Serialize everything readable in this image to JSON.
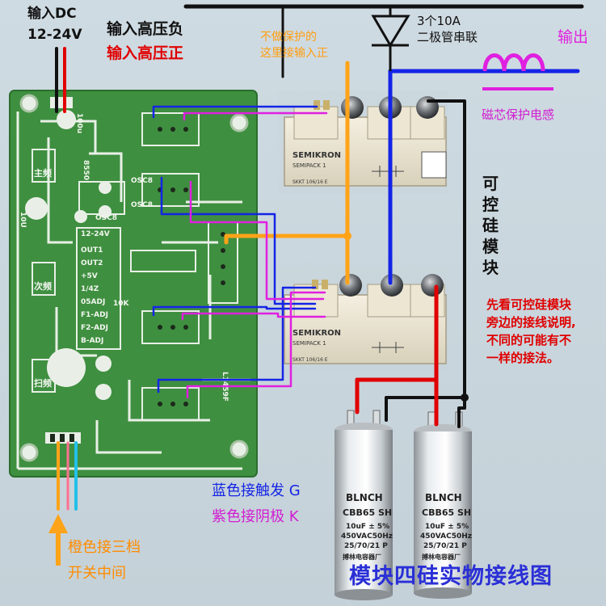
{
  "labels": {
    "input_dc_line1": "输入DC",
    "input_dc_line2": "12-24V",
    "input_hv_neg": "输入高压负",
    "input_hv_pos": "输入高压正",
    "no_protect_line1": "不做保护的",
    "no_protect_line2": "这里接输入正",
    "diode_line1": "3个10A",
    "diode_line2": "二极管串联",
    "output": "输出",
    "inductor": "磁芯保护电感",
    "thyristor_module": [
      "可",
      "控",
      "硅",
      "模",
      "块"
    ],
    "note_lines": [
      "先看可控硅模块",
      "旁边的接线说明,",
      "不同的可能有不",
      "一样的接法。"
    ],
    "blue_gate": "蓝色接触发 G",
    "purple_cathode": "紫色接阴极 K",
    "orange_switch_line1": "橙色接三档",
    "orange_switch_line2": "开关中间",
    "title": "模块四硅实物接线图"
  },
  "pcb": {
    "silk": [
      "主频",
      "次频",
      "扫频",
      "10K",
      "L1459F",
      "OSC8",
      "OSC8",
      "OSC8",
      "12-24V",
      "OUT1",
      "OUT2",
      "+5V",
      "1/4Z",
      "05ADJ",
      "F1-ADJ",
      "F2-ADJ",
      "B-ADJ",
      "100u",
      "8550",
      "10U"
    ]
  },
  "module_brand": "SEMIKRON",
  "module_model": "SEMIPACK 1",
  "module_part": "SKKT 106/16 E",
  "capacitor": {
    "brand": "BLNCH",
    "model": "CBB65 SH",
    "spec1": "10uF ± 5%",
    "spec2": "450VAC50Hz",
    "spec3": "25/70/21 P",
    "maker": "搏林电容器厂"
  },
  "colors": {
    "black": "#111111",
    "red": "#e00000",
    "blue": "#1424e6",
    "magenta": "#e020e0",
    "orange": "#ffa318",
    "cyan": "#22c0e8",
    "pcb": "#3f8f40",
    "text_purple": "#d21cd2",
    "title_blue": "#2a2fd6"
  }
}
